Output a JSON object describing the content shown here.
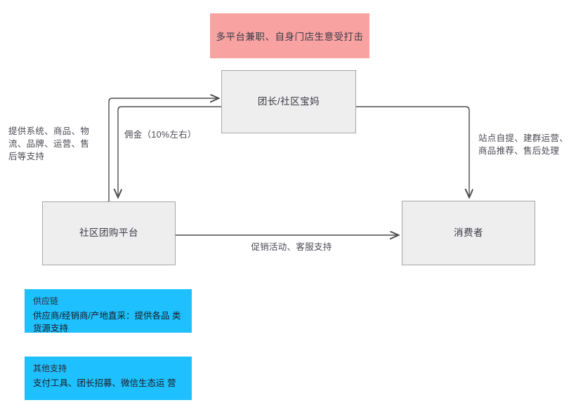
{
  "diagram": {
    "title_note": "多平台兼职、自身门店生意受打击",
    "nodes": [
      {
        "id": "leader",
        "label": "团长/社区宝妈",
        "type": "process"
      },
      {
        "id": "platform",
        "label": "社区团购平台",
        "type": "process"
      },
      {
        "id": "consumer",
        "label": "消费者",
        "type": "process"
      }
    ],
    "edge_labels": {
      "platform_to_leader": "提供系统、商品、物\n流、品牌、运营、售\n后等支持",
      "leader_to_platform": "佣金（10%左右）",
      "leader_to_consumer": "站点自提、建群运营、\n商品推荐、售后处理",
      "platform_to_consumer": "促销活动、客服支持"
    },
    "notes": [
      {
        "id": "supply-chain",
        "title": "供应链",
        "body": "供应商/经销商/产地直采：提供各品\n类货源支持"
      },
      {
        "id": "other-support",
        "title": "其他支持",
        "body": "支付工具、团长招募、微信生态运\n营"
      }
    ],
    "colors": {
      "box_fill": "#eeeeee",
      "box_border": "#a6a6a6",
      "highlight_pink": "#f8a2a2",
      "note_cyan": "#1ec0ff",
      "line": "#4d4d4d",
      "text": "#3b3b46"
    }
  }
}
